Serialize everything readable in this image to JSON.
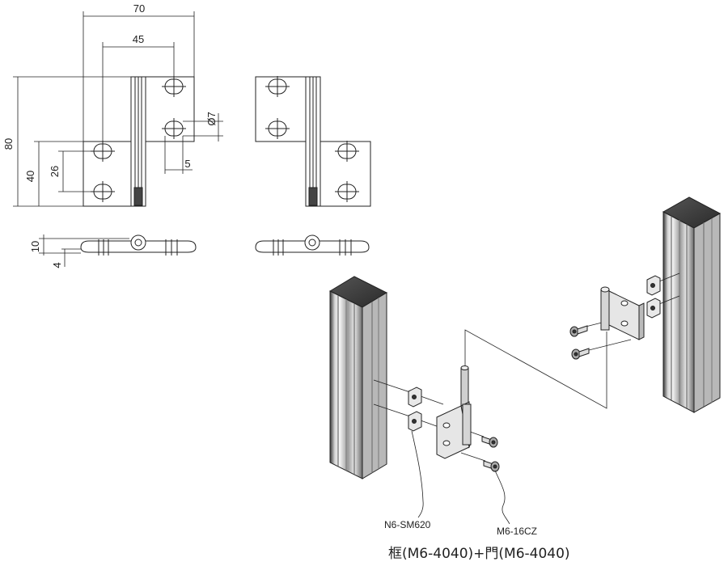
{
  "dimensions": {
    "width_total": "70",
    "width_hole": "45",
    "height_total": "80",
    "height_leaf": "40",
    "hole_pitch": "26",
    "hole_dia": "Ø7",
    "hole_width": "5",
    "thickness": "10",
    "plate": "4"
  },
  "parts": {
    "slide_nut": "N6-SM620",
    "screw": "M6-16CZ"
  },
  "caption": "框(M6-4040)+門(M6-4040)"
}
